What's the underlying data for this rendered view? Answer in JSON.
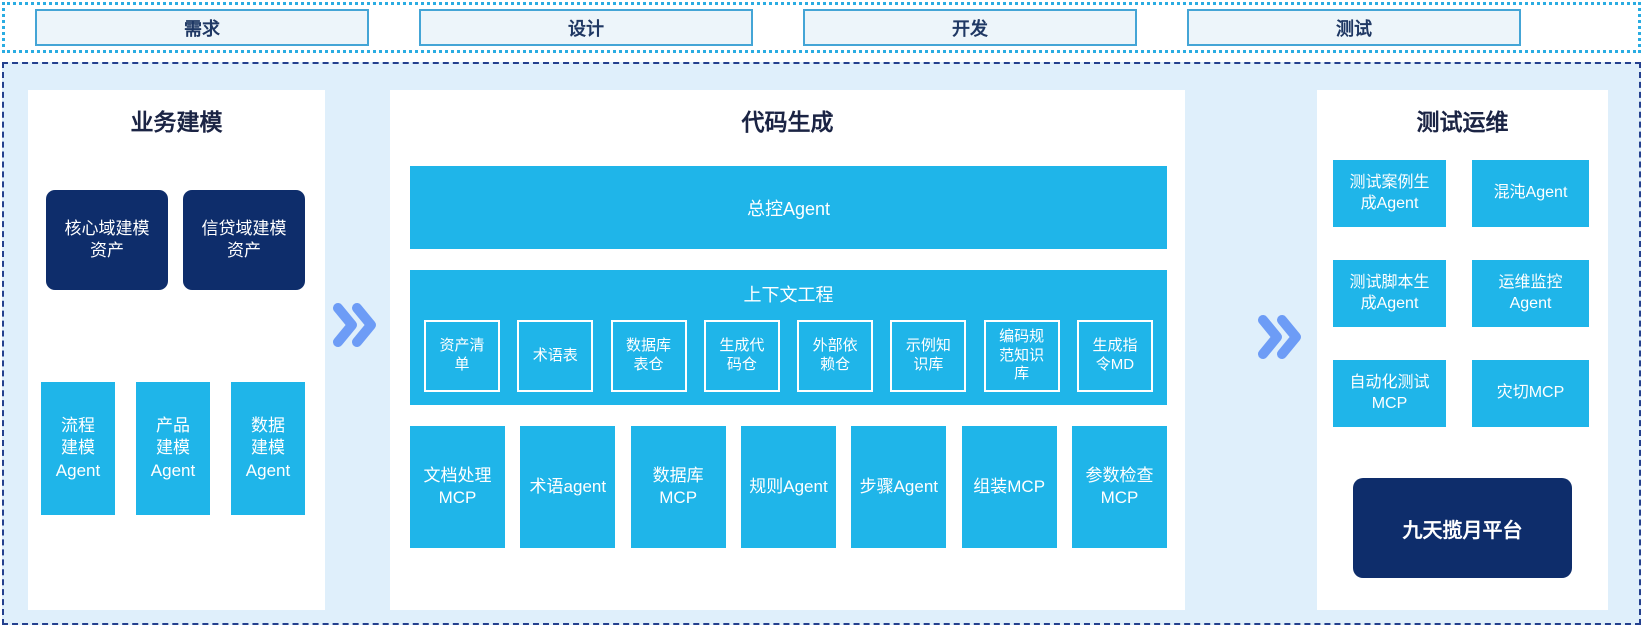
{
  "phases": [
    "需求",
    "设计",
    "开发",
    "测试"
  ],
  "left_panel": {
    "title": "业务建模",
    "assets": [
      "核心域建模资产",
      "信贷域建模资产"
    ],
    "agents": [
      "流程建模Agent",
      "产品建模Agent",
      "数据建模Agent"
    ]
  },
  "center_panel": {
    "title": "代码生成",
    "master_agent": "总控Agent",
    "context": {
      "title": "上下文工程",
      "items": [
        "资产清单",
        "术语表",
        "数据库表仓",
        "生成代码仓",
        "外部依赖仓",
        "示例知识库",
        "编码规范知识库",
        "生成指令MD"
      ]
    },
    "tools": [
      "文档处理MCP",
      "术语agent",
      "数据库MCP",
      "规则Agent",
      "步骤Agent",
      "组装MCP",
      "参数检查MCP"
    ]
  },
  "right_panel": {
    "title": "测试运维",
    "boxes": [
      "测试案例生成Agent",
      "混沌Agent",
      "测试脚本生成Agent",
      "运维监控Agent",
      "自动化测试MCP",
      "灾切MCP"
    ],
    "platform": "九天揽月平台"
  },
  "colors": {
    "cyan": "#1FB5E9",
    "navy": "#0E2D6B",
    "arrow": "#6D9CF6",
    "top_border": "#2AACE2",
    "main_border": "#24408E",
    "phase_fill": "#EDF5FA",
    "phase_border": "#44A5D6",
    "phase_text": "#1F3864",
    "title": "#1B2444",
    "band_bg": "#DFEFFB"
  }
}
